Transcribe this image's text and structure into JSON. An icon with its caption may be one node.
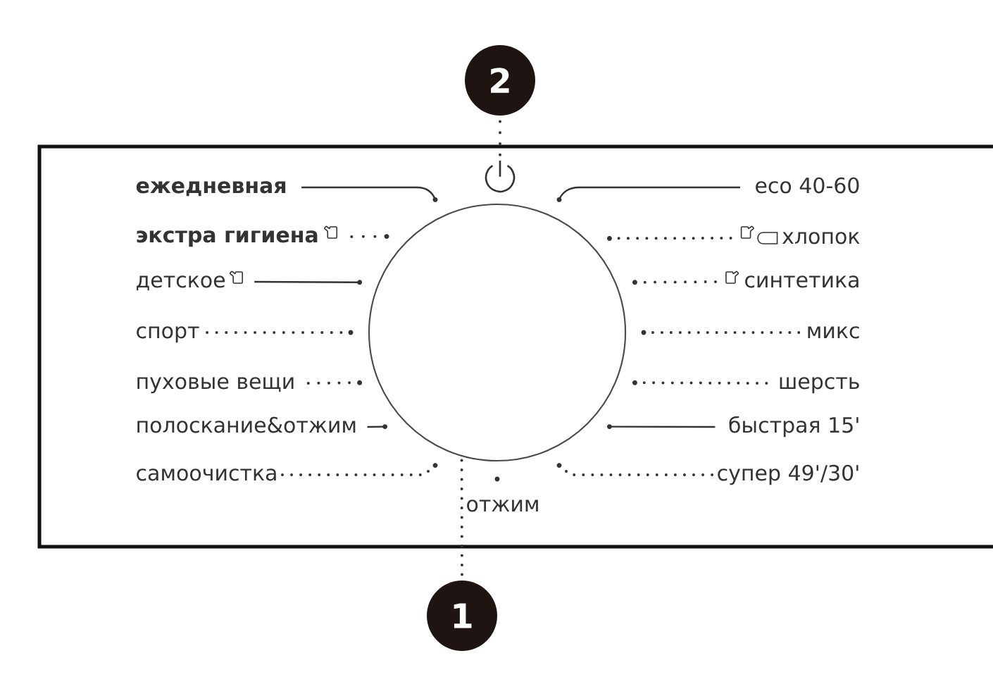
{
  "diagram": {
    "nodes": [
      {
        "text": [
          "2"
        ]
      },
      {
        "text": [],
        "shape": "picture"
      },
      {
        "text": [],
        "shape": "circle"
      },
      {
        "text": [
          "ежедневная"
        ]
      },
      {
        "text": [
          "экстра гигиена"
        ]
      },
      {
        "text": [
          "детское"
        ]
      },
      {
        "text": [
          "спорт"
        ]
      },
      {
        "text": [
          "пуховые вещи"
        ]
      },
      {
        "text": [
          "полоскание&отжим"
        ]
      },
      {
        "text": [
          "самоочистка"
        ]
      },
      {
        "text": [
          "eco 40-60"
        ]
      },
      {
        "text": [
          "хлопок"
        ]
      },
      {
        "text": [
          "синтетика"
        ]
      },
      {
        "text": [
          "микс"
        ]
      },
      {
        "text": [
          "шерсть"
        ]
      },
      {
        "text": [
          "быстрая 15'"
        ]
      },
      {
        "text": [
          "супер 49'/30'"
        ]
      },
      {
        "text": [
          "1"
        ]
      }
    ],
    "edges": [
      {
        "from": 0,
        "to": 1,
        "arrow": "none",
        "style": "dashed"
      },
      {
        "from": 3,
        "to": 2,
        "arrow": "none"
      },
      {
        "from": 4,
        "to": 2,
        "arrow": "none",
        "style": "dashed"
      },
      {
        "from": 5,
        "to": 2,
        "arrow": "none"
      },
      {
        "from": 6,
        "to": 2,
        "arrow": "none",
        "style": "dashed"
      },
      {
        "from": 7,
        "to": 2,
        "arrow": "none",
        "style": "dashed"
      },
      {
        "from": 8,
        "to": 2,
        "arrow": "none"
      },
      {
        "from": 9,
        "to": 2,
        "arrow": "none",
        "style": "dashed"
      },
      {
        "from": 10,
        "to": 2,
        "arrow": "none"
      },
      {
        "from": 11,
        "to": 2,
        "arrow": "none",
        "style": "dashed"
      },
      {
        "from": 12,
        "to": 2,
        "arrow": "none",
        "style": "dashed"
      },
      {
        "from": 13,
        "to": 2,
        "arrow": "none",
        "style": "dashed"
      },
      {
        "from": 14,
        "to": 2,
        "arrow": "none",
        "style": "dashed"
      },
      {
        "from": 15,
        "to": 2,
        "arrow": "none"
      },
      {
        "from": 16,
        "to": 2,
        "arrow": "none",
        "style": "dashed"
      },
      {
        "from": 17,
        "to": 2,
        "arrow": "none",
        "style": "dashed"
      }
    ],
    "labels": [
      "отжим"
    ]
  }
}
